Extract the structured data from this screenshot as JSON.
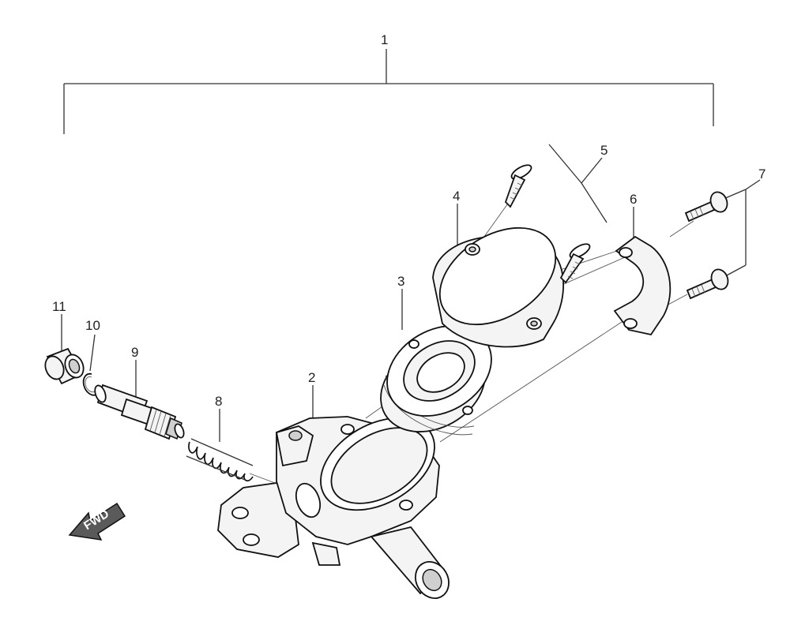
{
  "callouts": [
    "1",
    "2",
    "3",
    "4",
    "5",
    "6",
    "7",
    "8",
    "9",
    "10",
    "11"
  ],
  "direction_label": "FWD"
}
